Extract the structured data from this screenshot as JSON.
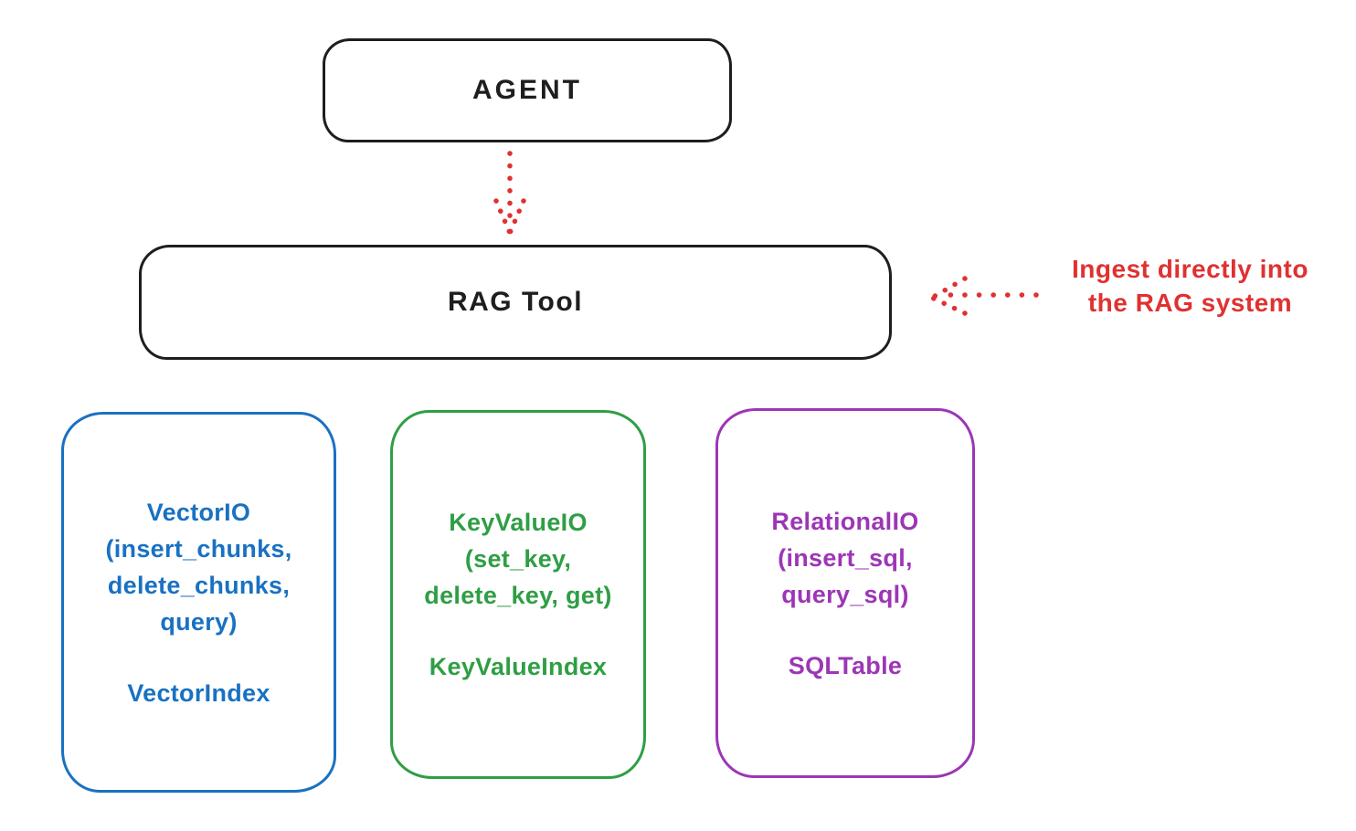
{
  "diagram": {
    "agent": {
      "label": "AGENT"
    },
    "rag_tool": {
      "label": "RAG Tool"
    },
    "annotation": {
      "text": "Ingest directly into\nthe RAG system",
      "color": "#e03131"
    },
    "connectors": [
      {
        "name": "agent-to-rag-tool",
        "style": "dotted",
        "direction": "down",
        "color": "#e03131"
      },
      {
        "name": "annotation-to-rag-tool",
        "style": "dotted",
        "direction": "left",
        "color": "#e03131"
      }
    ],
    "stores": [
      {
        "name": "vector",
        "accent": "#1971c2",
        "io_label": "VectorIO\n(insert_chunks,\ndelete_chunks,\nquery)",
        "index_label": "VectorIndex"
      },
      {
        "name": "keyvalue",
        "accent": "#2f9e44",
        "io_label": "KeyValueIO\n(set_key,\ndelete_key, get)",
        "index_label": "KeyValueIndex"
      },
      {
        "name": "relational",
        "accent": "#9c36b5",
        "io_label": "RelationalIO\n(insert_sql,\nquery_sql)",
        "index_label": "SQLTable"
      }
    ],
    "colors": {
      "ink": "#1e1e1e",
      "background": "#ffffff"
    }
  }
}
